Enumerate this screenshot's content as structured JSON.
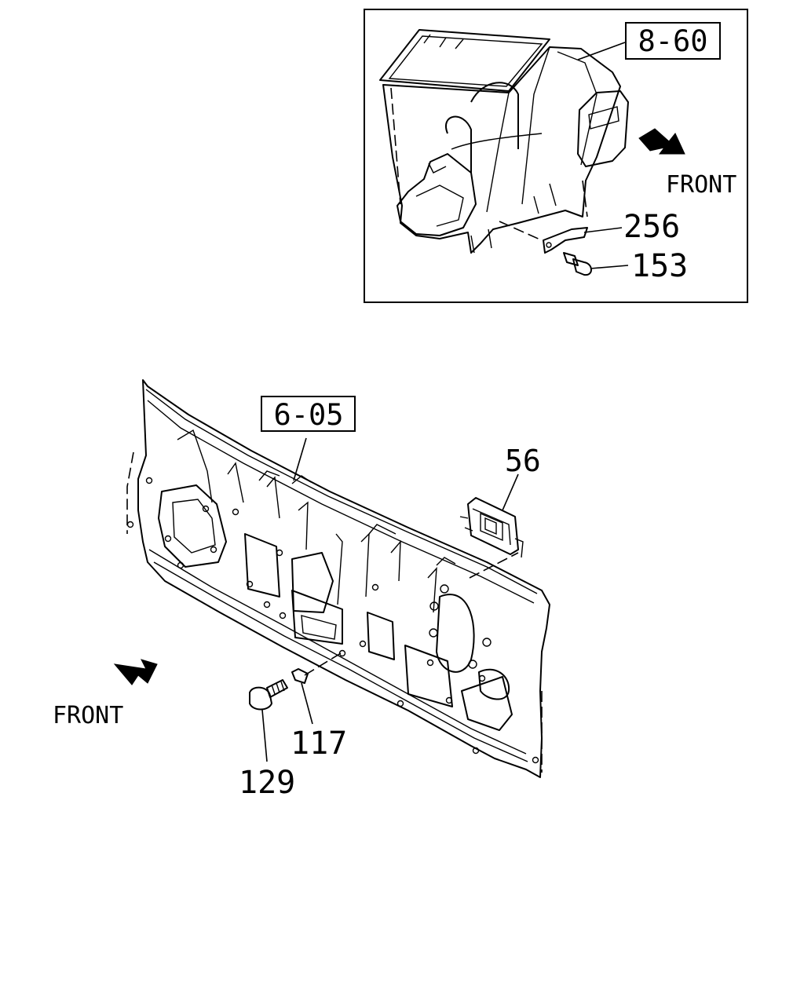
{
  "inset": {
    "ref_box": "8-60",
    "front_label": "FRONT",
    "callouts": {
      "bracket": "256",
      "bolt": "153"
    }
  },
  "main": {
    "ref_box": "6-05",
    "front_label": "FRONT",
    "callouts": {
      "connector": "56",
      "washer": "117",
      "bolt": "129"
    }
  }
}
